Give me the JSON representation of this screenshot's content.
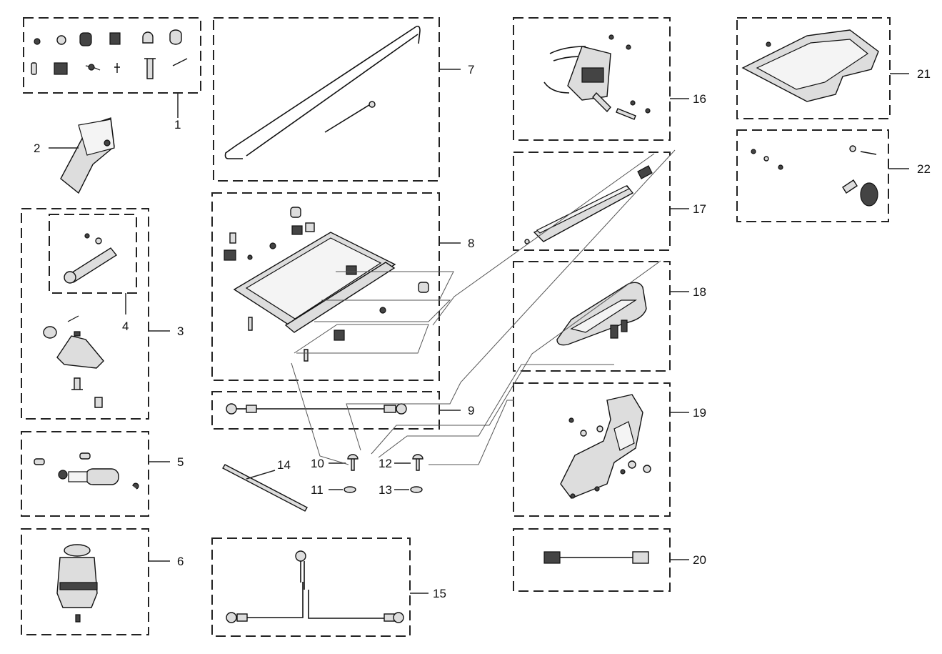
{
  "callouts": [
    {
      "id": "1",
      "text": "1"
    },
    {
      "id": "2",
      "text": "2"
    },
    {
      "id": "3",
      "text": "3"
    },
    {
      "id": "4",
      "text": "4"
    },
    {
      "id": "5",
      "text": "5"
    },
    {
      "id": "6",
      "text": "6"
    },
    {
      "id": "7",
      "text": "7"
    },
    {
      "id": "8",
      "text": "8"
    },
    {
      "id": "9",
      "text": "9"
    },
    {
      "id": "10",
      "text": "10"
    },
    {
      "id": "11",
      "text": "11"
    },
    {
      "id": "12",
      "text": "12"
    },
    {
      "id": "13",
      "text": "13"
    },
    {
      "id": "14",
      "text": "14"
    },
    {
      "id": "15",
      "text": "15"
    },
    {
      "id": "16",
      "text": "16"
    },
    {
      "id": "17",
      "text": "17"
    },
    {
      "id": "18",
      "text": "18"
    },
    {
      "id": "19",
      "text": "19"
    },
    {
      "id": "20",
      "text": "20"
    },
    {
      "id": "21",
      "text": "21"
    },
    {
      "id": "22",
      "text": "22"
    }
  ],
  "colors": {
    "line": "#222222",
    "background": "#ffffff"
  }
}
